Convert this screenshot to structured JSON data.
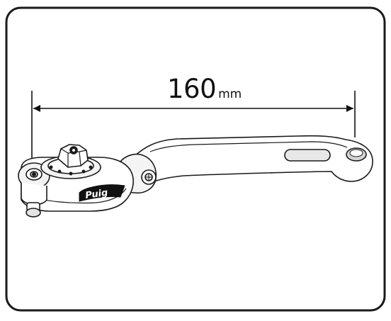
{
  "dimension": {
    "value": "160",
    "unit": "mm"
  },
  "brand": {
    "logo_text": "Puig"
  },
  "colors": {
    "frame": "#1a1a1a",
    "outline": "#1a1a1a",
    "metal_light": "#ffffff",
    "metal_shade": "#cfcfcf",
    "dark": "#111111"
  }
}
